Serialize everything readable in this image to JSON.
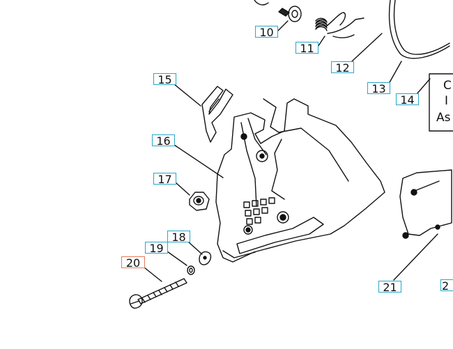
{
  "callouts": [
    {
      "id": "10",
      "text": "10"
    },
    {
      "id": "11",
      "text": "11"
    },
    {
      "id": "12",
      "text": "12"
    },
    {
      "id": "13",
      "text": "13"
    },
    {
      "id": "14",
      "text": "14"
    },
    {
      "id": "15",
      "text": "15"
    },
    {
      "id": "16",
      "text": "16"
    },
    {
      "id": "17",
      "text": "17"
    },
    {
      "id": "18",
      "text": "18"
    },
    {
      "id": "19",
      "text": "19"
    },
    {
      "id": "20",
      "text": "20"
    },
    {
      "id": "21",
      "text": "21"
    },
    {
      "id": "22",
      "text": "2"
    }
  ],
  "side_box": {
    "lines": [
      "C",
      "I",
      "As"
    ]
  },
  "colors": {
    "callout_border": "#2aa6c9",
    "selected_border": "#e07b5a",
    "line": "#111111"
  }
}
